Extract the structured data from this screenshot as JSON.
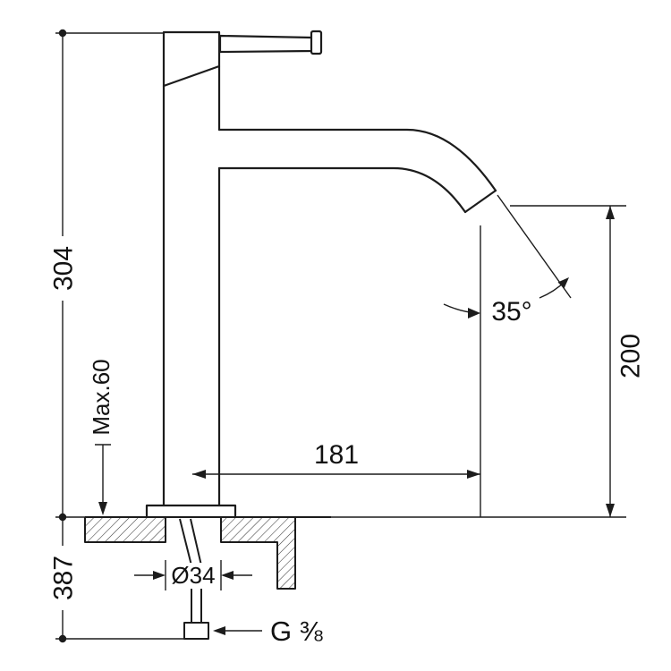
{
  "diagram": {
    "labels": {
      "height_304": "304",
      "max_60": "Max.60",
      "depth_387": "387",
      "height_200": "200",
      "reach_181": "181",
      "angle_35": "35°",
      "diameter_34": "Ø34",
      "thread": "G ⅜"
    }
  }
}
